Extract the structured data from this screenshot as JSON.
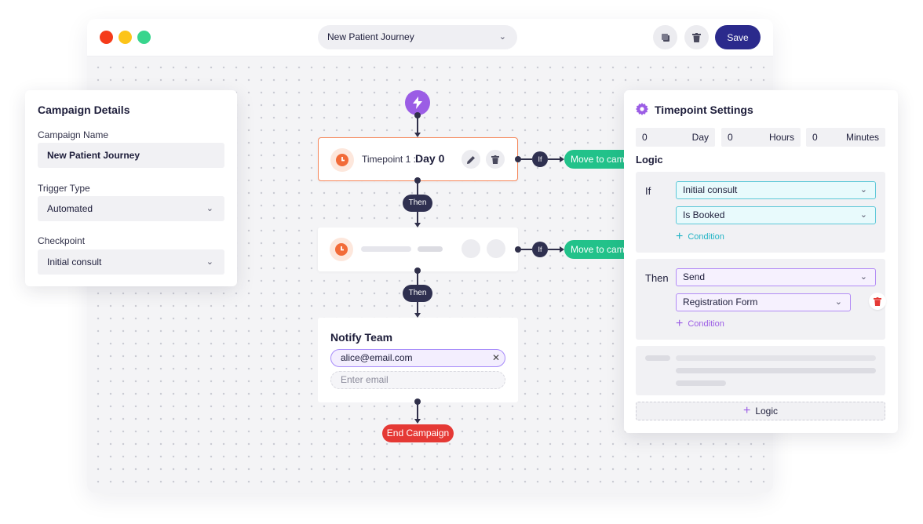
{
  "toolbar": {
    "journey_name": "New Patient Journey",
    "save_label": "Save",
    "copy_icon": "copy-icon",
    "delete_icon": "trash-icon"
  },
  "flow": {
    "timepoint1": {
      "label": "Timepoint 1 :",
      "day": "Day 0"
    },
    "then_label": "Then",
    "if_label": "If",
    "move_label": "Move to campaign",
    "notify": {
      "title": "Notify Team",
      "email": "alice@email.com",
      "email_placeholder": "Enter email"
    },
    "end_label": "End Campaign"
  },
  "campaign_details": {
    "title": "Campaign Details",
    "name_label": "Campaign Name",
    "name_value": "New Patient Journey",
    "trigger_label": "Trigger Type",
    "trigger_value": "Automated",
    "checkpoint_label": "Checkpoint",
    "checkpoint_value": "Initial consult"
  },
  "timepoint_settings": {
    "title": "Timepoint Settings",
    "day_value": "0",
    "day_unit": "Day",
    "hours_value": "0",
    "hours_unit": "Hours",
    "minutes_value": "0",
    "minutes_unit": "Minutes",
    "logic_title": "Logic",
    "if_label": "If",
    "if_select_1": "Initial consult",
    "if_select_2": "Is Booked",
    "condition_label": "Condition",
    "then_label": "Then",
    "then_select_1": "Send",
    "then_select_2": "Registration Form",
    "add_logic_label": "Logic"
  },
  "colors": {
    "accent": "#2b2a8c",
    "trigger": "#9b5de5",
    "timepoint_border": "#f6875a",
    "move_pill": "#22c28a",
    "end_pill": "#e53935"
  }
}
